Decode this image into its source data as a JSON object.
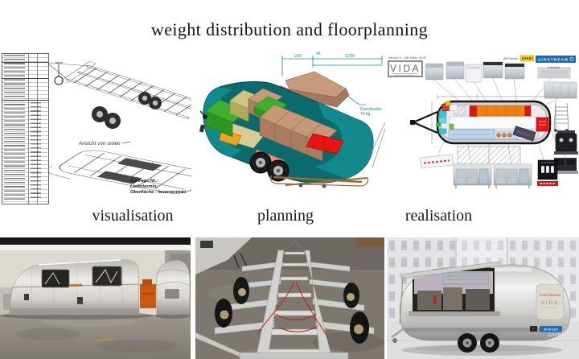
{
  "page": {
    "title": "weight distribution and floorplanning"
  },
  "stage_labels": {
    "visualisation": "visualisation",
    "planning": "planning",
    "realisation": "realisation"
  },
  "visualisation_panel": {
    "view_note": "Ansicht von unten",
    "annotation_line1": "Auftrags-Nr.:",
    "annotation_line2": "Liefertermin:",
    "annotation_line3": "Oberfläche : feuerverzinkt"
  },
  "planning_panel": {
    "dim_left": "150",
    "dim_mid": "41",
    "dim_right": "1200",
    "callout_name": "Dunsthaube",
    "callout_weight": "76 kg"
  },
  "realisation_panel": {
    "version_text": "Version 9 -  28ft Safari  1978",
    "brand_logo": "VIDA",
    "all_electric_label": "All Electric",
    "airstream_logo": "AIRSTREAM",
    "motors_note": "2 motors"
  },
  "finished_render": {
    "sign_line1": "Food Station",
    "sign_line2": "VIDA",
    "badge": "airstream"
  },
  "colors": {
    "teal_body": "#0e7c7c",
    "orange_zone": "#f28010",
    "red_zone": "#e81414",
    "green_block": "#3cb12a",
    "tan_block": "#c79a7c",
    "airstream_blue": "#1a6bb5",
    "electric_badge_yellow": "#f2cc0c"
  }
}
